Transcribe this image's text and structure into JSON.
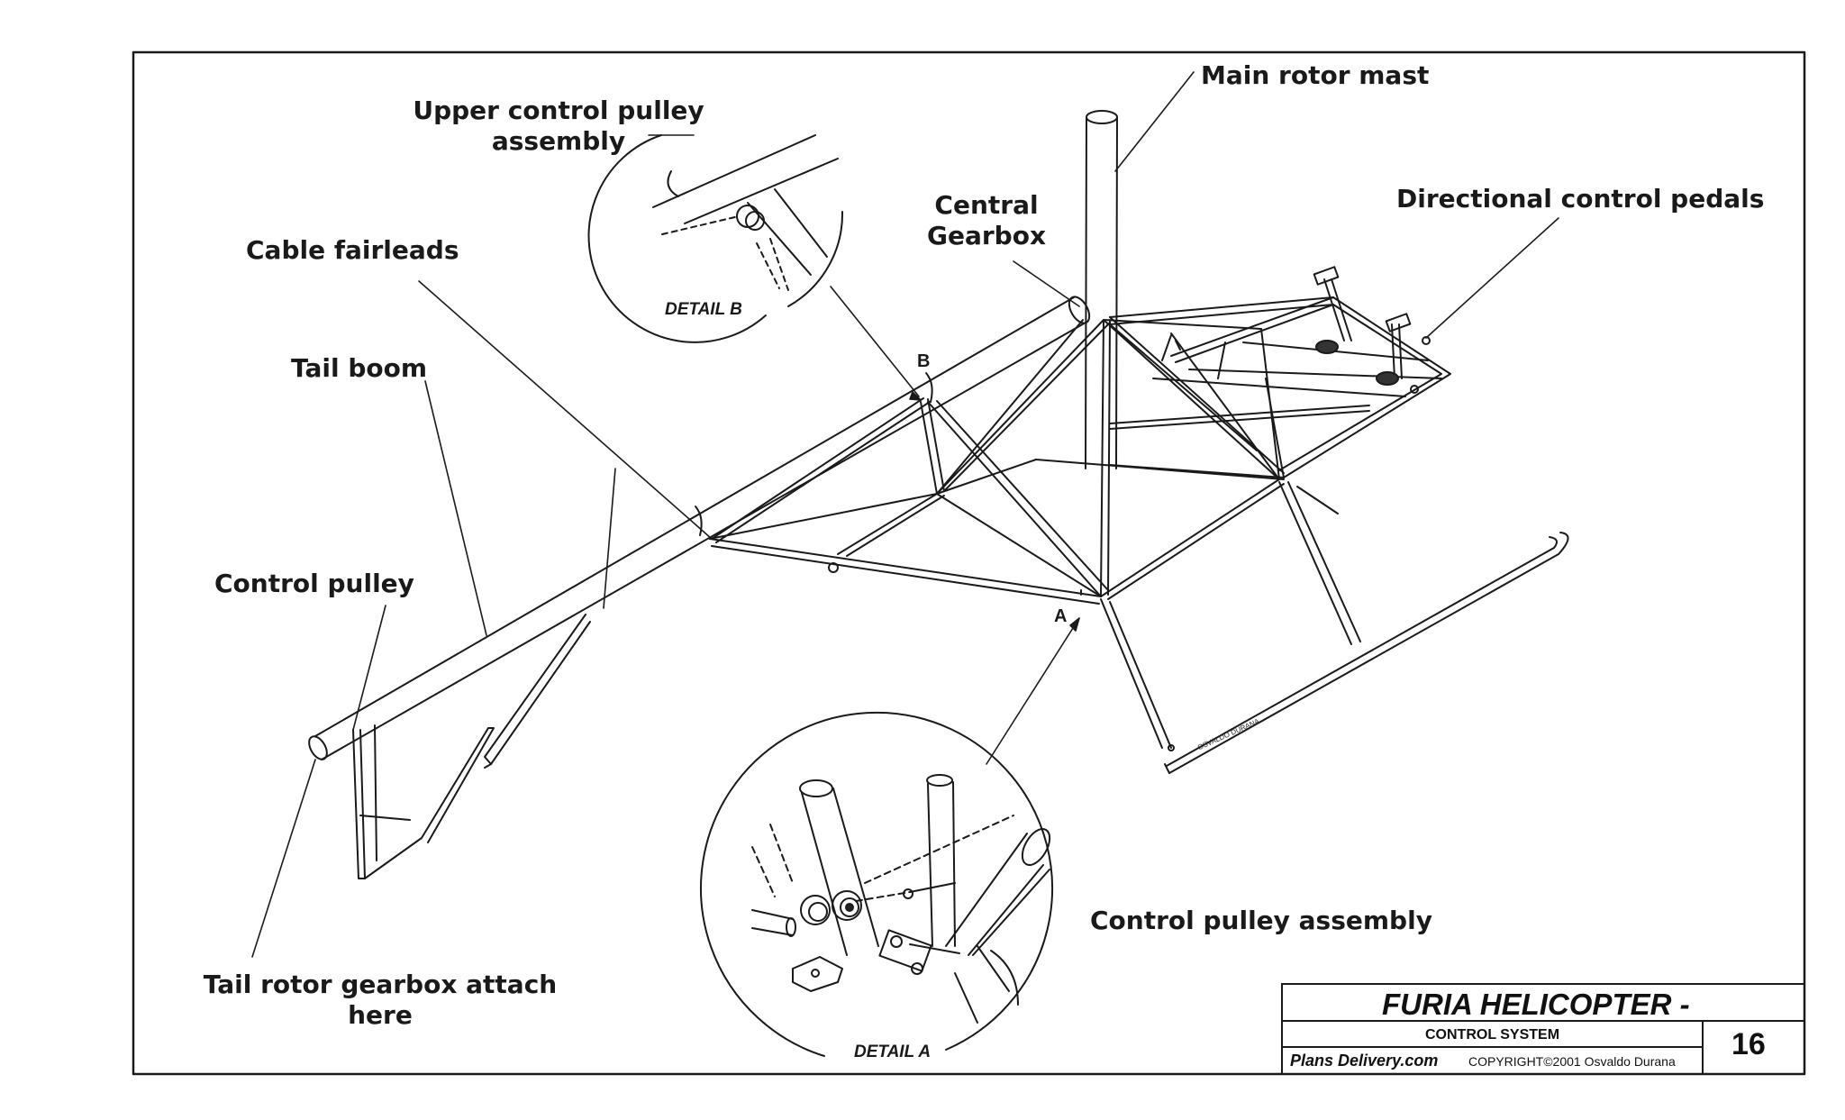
{
  "labels": {
    "main_rotor_mast": "Main rotor mast",
    "upper_pulley_line1": "Upper control pulley",
    "upper_pulley_line2": "assembly",
    "central_gearbox_line1": "Central",
    "central_gearbox_line2": "Gearbox",
    "directional_pedals": "Directional control pedals",
    "cable_fairleads": "Cable fairleads",
    "tail_boom": "Tail boom",
    "control_pulley": "Control pulley",
    "control_pulley_assembly": "Control pulley assembly",
    "tail_gearbox_line1": "Tail rotor gearbox attach",
    "tail_gearbox_line2": "here"
  },
  "details": {
    "detail_a": "DETAIL A",
    "detail_b": "DETAIL B",
    "point_a": "A",
    "point_b": "B"
  },
  "signature": "OSVALDO DURANA",
  "title_block": {
    "title": "FURIA HELICOPTER -",
    "subtitle": "CONTROL SYSTEM",
    "site": "Plans Delivery.com",
    "copyright": "COPYRIGHT©2001 Osvaldo Durana",
    "page": "16"
  }
}
